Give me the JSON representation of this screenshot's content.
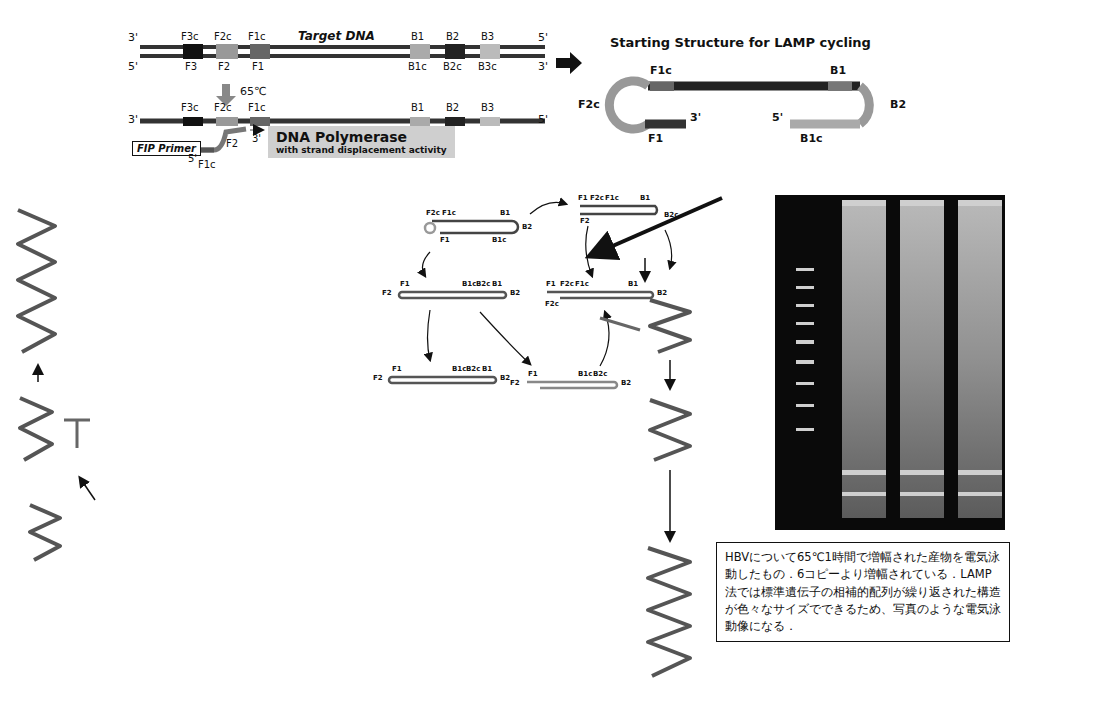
{
  "diagram": {
    "nodes": [
      {
        "text": [
          "FIP Primer"
        ]
      },
      {
        "text": [
          "DNA Polymerase",
          "with strand displacement activity"
        ]
      },
      {
        "text": [
          "HBVについて65℃1時間で増幅された産物を電気泳動したもの．6コピーより増幅されている．LAMP法では標準遺伝子の相補的配列が繰り返された構造が色々なサイズでできるため、写真のような電気泳動像になる．"
        ]
      }
    ],
    "labels": [
      "3'",
      "F3c",
      "F2c",
      "F1c",
      "Target DNA",
      "B1",
      "B2",
      "B3",
      "5'",
      "5'",
      "F3",
      "F2",
      "F1",
      "B1c",
      "B2c",
      "B3c",
      "3'",
      "65℃",
      "3'",
      "F3c",
      "F2c",
      "F1c",
      "B1",
      "B2",
      "B3",
      "5'",
      "5'",
      "F1c",
      "F2",
      "3'",
      "Starting Structure for LAMP cycling",
      "F1c",
      "F2c",
      "F1",
      "3'",
      "B1",
      "B2",
      "5'",
      "B1c",
      "F2c",
      "F1c",
      "B1",
      "B2",
      "B1c",
      "F1",
      "F1",
      "F2c",
      "F1c",
      "B1",
      "B2c",
      "F2",
      "F1",
      "B1c",
      "B2c",
      "B1",
      "F2",
      "B2",
      "F1",
      "F2c",
      "F1c",
      "B1",
      "B2",
      "F2c",
      "F1",
      "B1c",
      "B2c",
      "B1",
      "F2",
      "B2",
      "F1",
      "B1c",
      "B2c",
      "F2",
      "B2"
    ]
  }
}
